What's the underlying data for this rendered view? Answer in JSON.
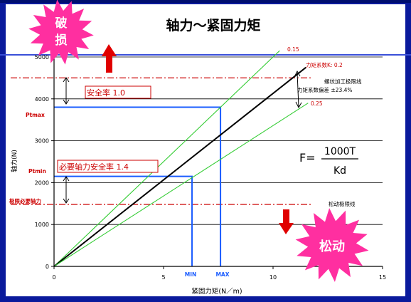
{
  "title": "轴力～紧固力矩",
  "badges": {
    "top": "破\n损",
    "top_line1": "破",
    "top_line2": "损",
    "bottom": "松动"
  },
  "annotations": {
    "safety_ratio": "安全率 1.0",
    "required_safety": "必要轴力安全率 1.4",
    "torque_coef": "力矩系数K: 0.2",
    "thread_limit": "螺纹加工极限线",
    "coef_deviation": "力矩系数偏差 ±23.4%",
    "loosen_limit": "松动极限线",
    "slope_upper": "0.15",
    "slope_lower": "0.25",
    "ptmax": "Ptmax",
    "ptmin": "Ptmin",
    "limit_axial": "极限必要轴力",
    "min": "MIN",
    "max": "MAX",
    "formula_lhs": "F=",
    "formula_num": "1000T",
    "formula_den": "Kd"
  },
  "colors": {
    "background": "#0a1a9c",
    "black_line": "#000000",
    "green_line": "#33cc33",
    "blue_line": "#1a5cff",
    "red": "#cc0000",
    "badge_pink": "#ff2fa0",
    "arrow_red": "#e00000"
  },
  "chart_data": {
    "type": "line",
    "title": "轴力～紧固力矩",
    "xlabel": "紧固力矩(N／m)",
    "ylabel": "轴力(N)",
    "xlim": [
      0,
      15
    ],
    "ylim": [
      0,
      5000
    ],
    "x_ticks": [
      0,
      5,
      10,
      15
    ],
    "x_tick_labels": [
      "0",
      "5",
      "10",
      "15"
    ],
    "y_ticks": [
      0,
      1000,
      2000,
      3000,
      4000,
      5000
    ],
    "y_tick_labels": [
      "0",
      "1000",
      "2000",
      "3000",
      "4000",
      "5000"
    ],
    "grid": "horizontal",
    "series": [
      {
        "name": "0.15",
        "points": [
          [
            0,
            0
          ],
          [
            10.3,
            5150
          ]
        ],
        "color": "#33cc33"
      },
      {
        "name": "力矩系数K: 0.2",
        "points": [
          [
            0,
            0
          ],
          [
            11.5,
            4750
          ]
        ],
        "color": "#000000"
      },
      {
        "name": "0.25",
        "points": [
          [
            0,
            0
          ],
          [
            11.6,
            3900
          ]
        ],
        "color": "#33cc33"
      }
    ],
    "reference_lines": [
      {
        "label": "螺纹加工极限线",
        "y": 4500,
        "style": "dash-dot",
        "color": "#cc0000"
      },
      {
        "label": "松动极限线",
        "y": 1480,
        "style": "dash-dot",
        "color": "#cc0000"
      }
    ],
    "rectangles": [
      {
        "label": "Ptmax",
        "y": 3800,
        "x": 7.6,
        "color": "#1a5cff"
      },
      {
        "label": "Ptmin",
        "y": 2150,
        "x": 6.3,
        "color": "#1a5cff"
      }
    ],
    "x_markers": [
      {
        "label": "MIN",
        "x": 6.3
      },
      {
        "label": "MAX",
        "x": 7.6
      }
    ]
  }
}
